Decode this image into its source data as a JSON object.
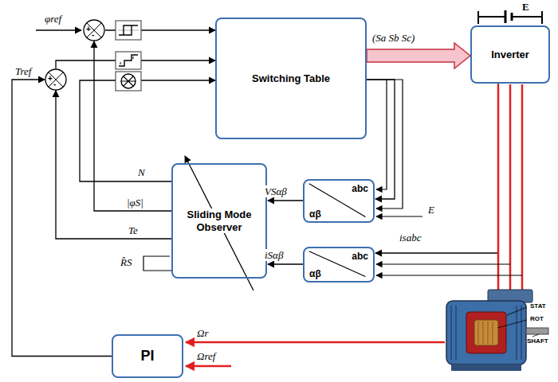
{
  "diagram": {
    "nodes": [
      {
        "text": [
          "+",
          "-"
        ]
      },
      {
        "text": [
          "+",
          "-"
        ]
      },
      {
        "text": [
          "Switching Table"
        ]
      },
      {
        "text": [
          "Inverter"
        ]
      },
      {
        "text": [
          "Sliding Mode Observer"
        ]
      },
      {
        "text": [
          "abc",
          "αβ"
        ]
      },
      {
        "text": [
          "abc",
          "αβ"
        ]
      },
      {
        "text": [
          "PI"
        ]
      }
    ],
    "edges": [
      {
        "from": 0,
        "to": 2,
        "arrow": "to"
      },
      {
        "from": 1,
        "to": 2,
        "arrow": "to"
      },
      {
        "from": 2,
        "to": 3,
        "arrow": "to",
        "label": "(Sa Sb Sc)"
      },
      {
        "from": 2,
        "to": 5,
        "arrow": "to"
      },
      {
        "from": 3,
        "to": 6,
        "arrow": "to",
        "label": "isabc"
      },
      {
        "from": 5,
        "to": 4,
        "arrow": "to",
        "label": "VSαβ"
      },
      {
        "from": 6,
        "to": 4,
        "arrow": "to",
        "label": "iSαβ"
      },
      {
        "from": 4,
        "to": 0,
        "arrow": "to",
        "label": "|φS|"
      },
      {
        "from": 4,
        "to": 1,
        "arrow": "to",
        "label": "Te"
      },
      {
        "from": 4,
        "to": 2,
        "arrow": "to",
        "label": "N"
      },
      {
        "from": 7,
        "to": 1,
        "arrow": "to"
      }
    ],
    "labels": [
      "φref",
      "Tref",
      "E",
      "E",
      "R̂S",
      "Ωr",
      "Ωref",
      "STAT",
      "ROT",
      "SHAFT"
    ]
  }
}
